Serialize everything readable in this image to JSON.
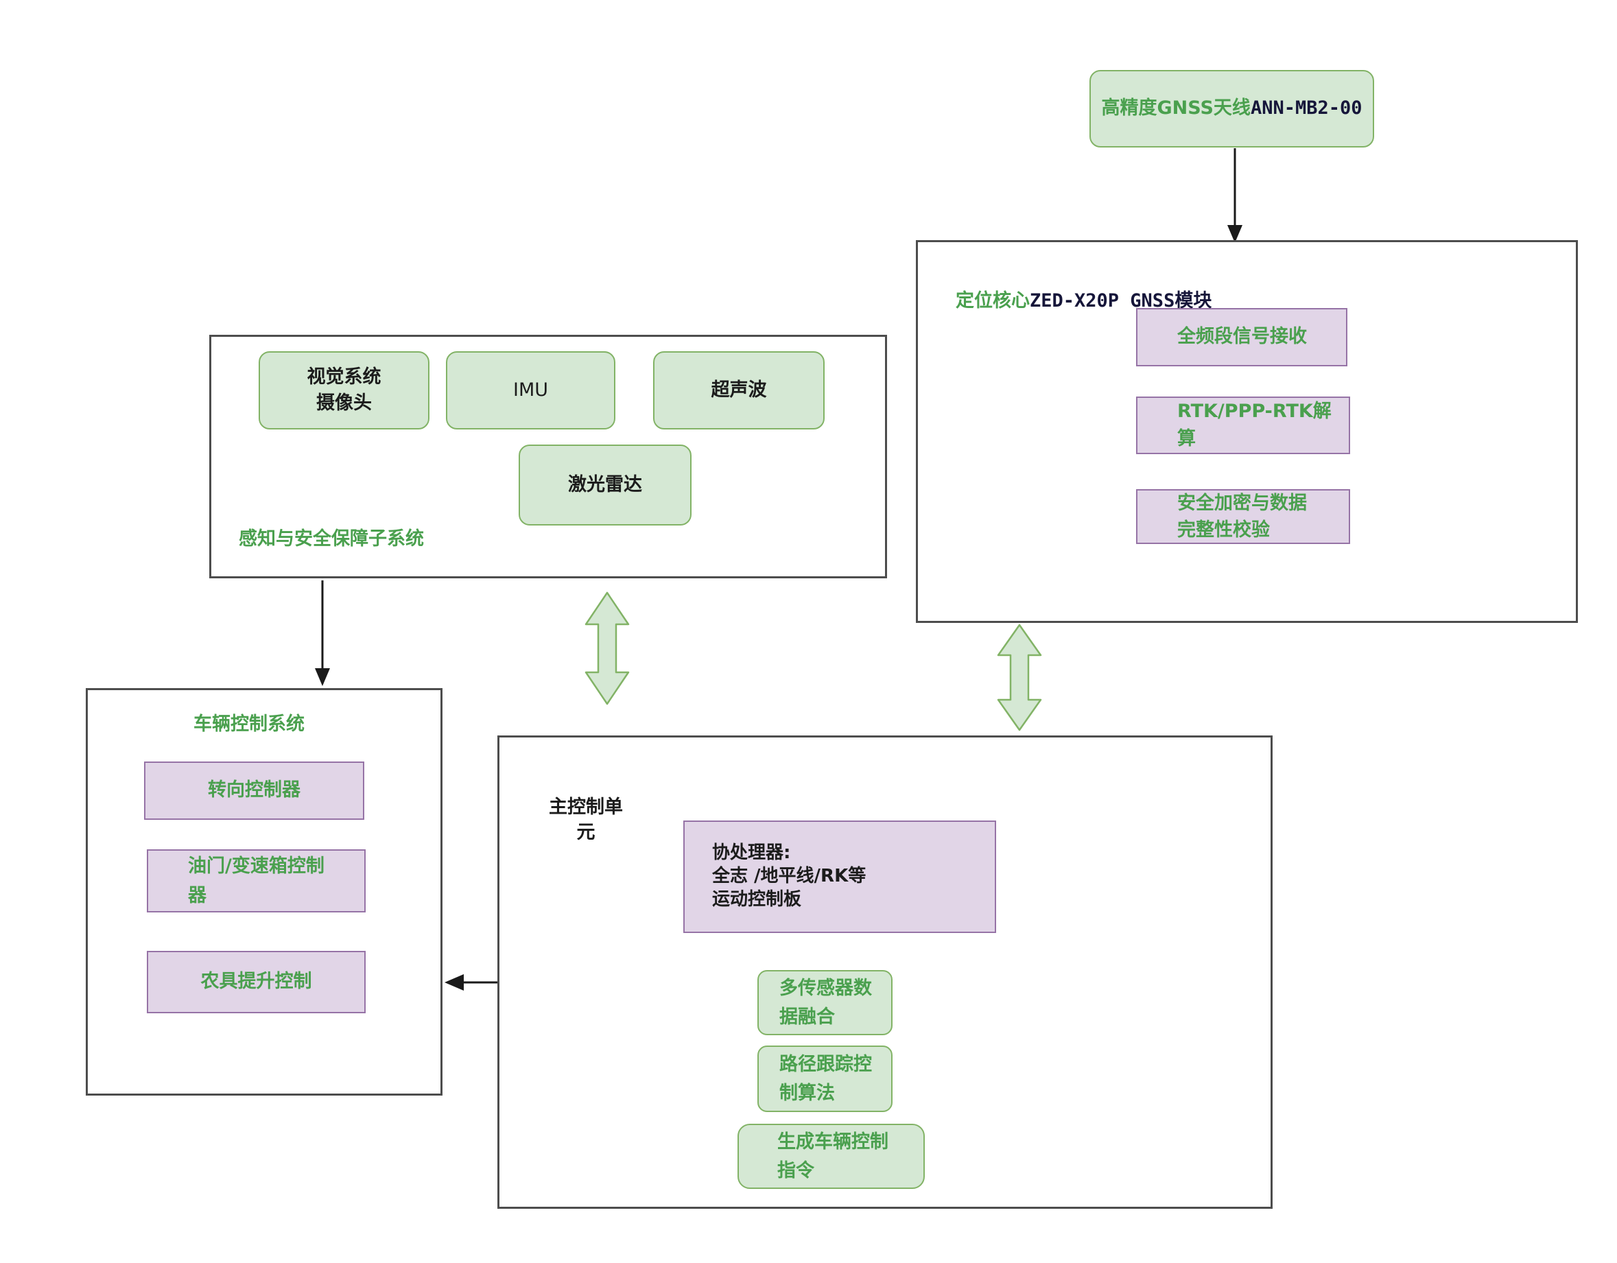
{
  "colors": {
    "green_fill": "#d5e8d4",
    "green_border": "#82b366",
    "green_text": "#4aa04e",
    "purple_fill": "#e1d5e7",
    "purple_border": "#9673a6",
    "dark_text": "#1c1c1c",
    "container_border": "#4d4d4d",
    "background": "#ffffff"
  },
  "antenna": {
    "label_cn": "高精度GNSS天线",
    "label_model": "ANN-MB2-00"
  },
  "gnss_module": {
    "title_green": "定位核心",
    "title_dark": "ZED-X20P GNSS模块",
    "items": [
      {
        "label": "全频段信号接收"
      },
      {
        "label": "RTK/PPP-RTK解\n算"
      },
      {
        "label": "安全加密与数据\n完整性校验"
      }
    ]
  },
  "perception": {
    "title": "感知与安全保障子系统",
    "sensors": [
      {
        "label": "视觉系统\n摄像头"
      },
      {
        "label": "IMU"
      },
      {
        "label": "超声波"
      },
      {
        "label": "激光雷达"
      }
    ]
  },
  "vehicle_control": {
    "title": "车辆控制系统",
    "items": [
      {
        "label": "转向控制器"
      },
      {
        "label": "油门/变速箱控制\n器"
      },
      {
        "label": "农具提升控制"
      }
    ]
  },
  "main_control": {
    "title": "主控制单\n元",
    "coprocessor": "协处理器:\n全志 /地平线/RK等\n运动控制板",
    "functions": [
      {
        "label": "多传感器数\n据融合"
      },
      {
        "label": "路径跟踪控\n制算法"
      },
      {
        "label": "生成车辆控制\n指令"
      }
    ]
  }
}
